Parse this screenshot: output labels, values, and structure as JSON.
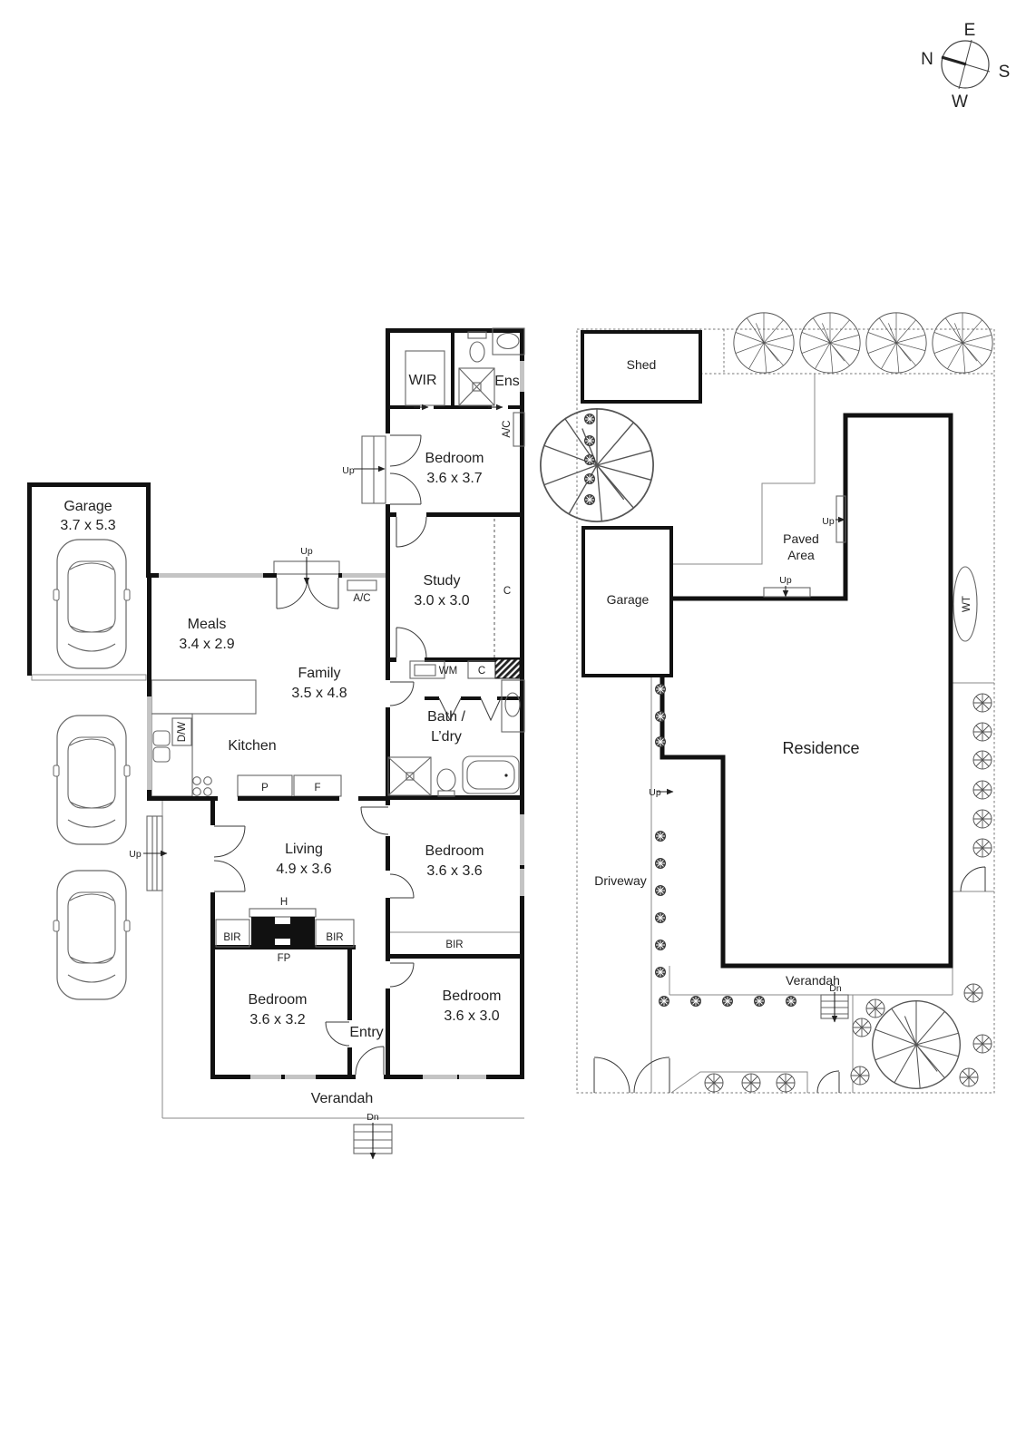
{
  "compass": {
    "n": "N",
    "e": "E",
    "s": "S",
    "w": "W"
  },
  "floorplan": {
    "garage": {
      "name": "Garage",
      "dims": "3.7 x 5.3"
    },
    "bedroom_rear": {
      "name": "Bedroom",
      "dims": "3.6 x 3.7"
    },
    "study": {
      "name": "Study",
      "dims": "3.0 x 3.0"
    },
    "meals": {
      "name": "Meals",
      "dims": "3.4 x 2.9"
    },
    "family": {
      "name": "Family",
      "dims": "3.5 x 4.8"
    },
    "kitchen": {
      "name": "Kitchen"
    },
    "living": {
      "name": "Living",
      "dims": "4.9 x 3.6"
    },
    "bath": {
      "line1": "Bath /",
      "line2": "L’dry"
    },
    "bedroom_mid": {
      "name": "Bedroom",
      "dims": "3.6 x 3.6"
    },
    "bedroom_front_left": {
      "name": "Bedroom",
      "dims": "3.6 x 3.2"
    },
    "bedroom_front_right": {
      "name": "Bedroom",
      "dims": "3.6 x 3.0"
    },
    "entry": "Entry",
    "verandah": "Verandah",
    "wir": "WIR",
    "ens": "Ens"
  },
  "tags": {
    "up": "Up",
    "dn": "Dn",
    "ac": "A/C",
    "c": "C",
    "wm": "WM",
    "dw": "D/W",
    "p": "P",
    "f": "F",
    "h": "H",
    "fp": "FP",
    "bir": "BIR"
  },
  "siteplan": {
    "shed": "Shed",
    "garage": "Garage",
    "paved_line1": "Paved",
    "paved_line2": "Area",
    "residence": "Residence",
    "driveway": "Driveway",
    "verandah": "Verandah",
    "wt": "WT"
  },
  "colors": {
    "wall": "#111111",
    "line": "#666666",
    "window": "#c4c4c4",
    "text": "#222222",
    "shrub": "#3b3b3b"
  }
}
